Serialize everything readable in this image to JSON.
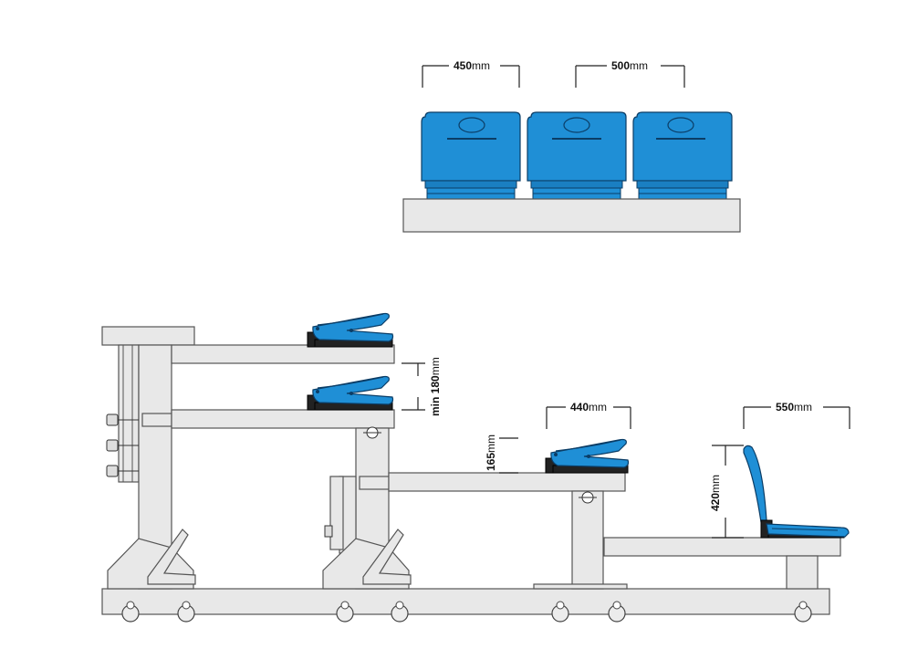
{
  "dimensions": {
    "front_width_a": {
      "value": "450",
      "unit": "mm"
    },
    "front_width_b": {
      "value": "500",
      "unit": "mm"
    },
    "row_spacing": {
      "prefix": "min ",
      "value": "180",
      "unit": "mm"
    },
    "riser_height": {
      "value": "165",
      "unit": "mm"
    },
    "tread_depth_a": {
      "value": "440",
      "unit": "mm"
    },
    "tread_depth_b": {
      "value": "550",
      "unit": "mm"
    },
    "seat_height": {
      "value": "420",
      "unit": "mm"
    }
  },
  "colors": {
    "seat_blue": "#1f8fd6",
    "seat_blue_dark": "#0b3d66",
    "structure_fill": "#e8e8e8",
    "structure_stroke": "#555555",
    "bracket_dark": "#222222"
  }
}
